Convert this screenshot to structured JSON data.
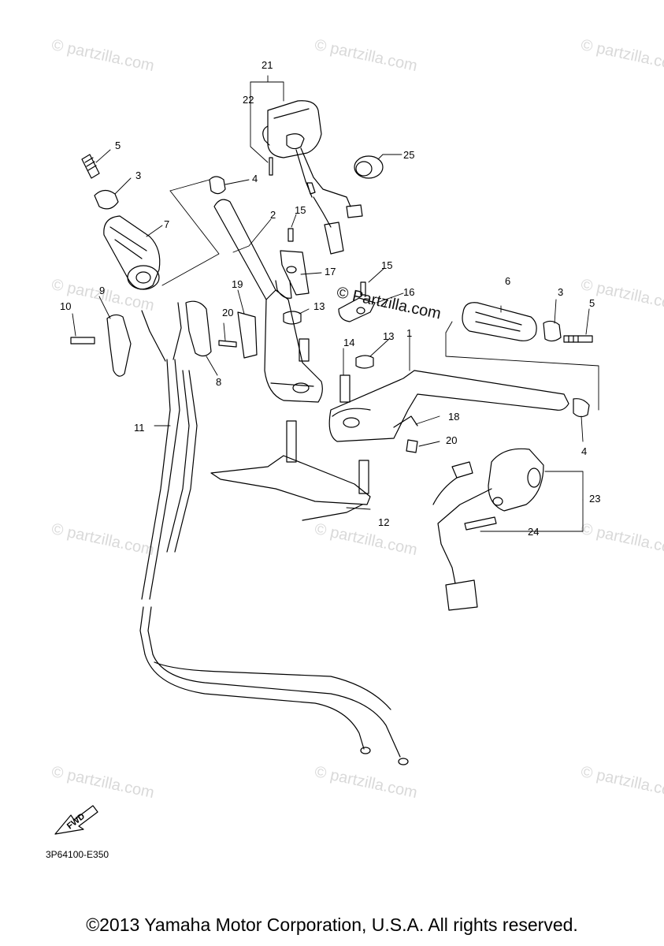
{
  "watermark": {
    "text": "© Partzilla.com",
    "faint_text": "© partzilla.com"
  },
  "callouts": {
    "c1": "1",
    "c2": "2",
    "c3a": "3",
    "c3b": "3",
    "c4a": "4",
    "c4b": "4",
    "c5a": "5",
    "c5b": "5",
    "c6": "6",
    "c7": "7",
    "c8": "8",
    "c9": "9",
    "c10": "10",
    "c11": "11",
    "c12": "12",
    "c13a": "13",
    "c13b": "13",
    "c14": "14",
    "c15a": "15",
    "c15b": "15",
    "c16": "16",
    "c17": "17",
    "c18": "18",
    "c19": "19",
    "c20a": "20",
    "c20b": "20",
    "c21": "21",
    "c22": "22",
    "c23": "23",
    "c24": "24",
    "c25": "25"
  },
  "fwd_label": "FWD",
  "part_code": "3P64100-E350",
  "copyright": "©2013 Yamaha Motor Corporation, U.S.A. All rights reserved."
}
